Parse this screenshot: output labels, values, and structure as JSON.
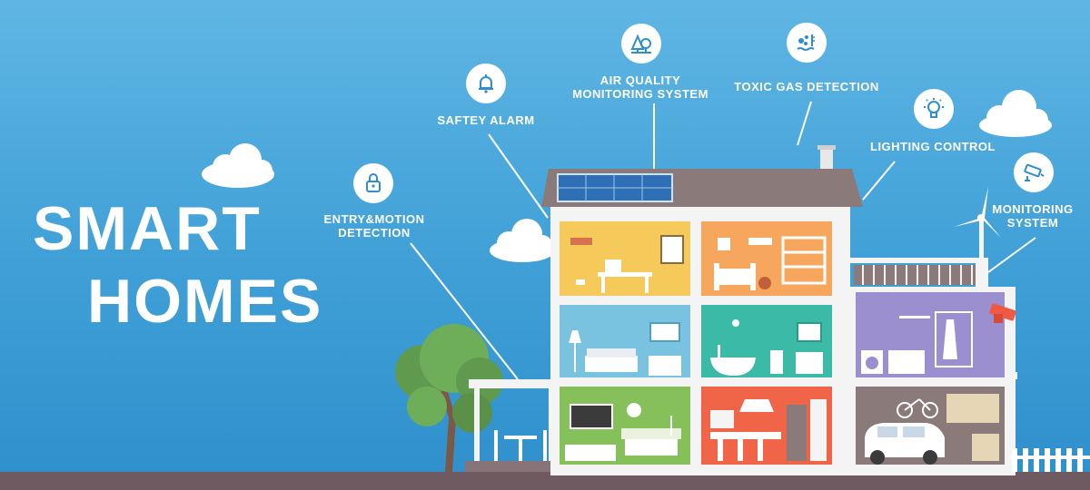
{
  "title": {
    "line1": "SMART",
    "line2": "HOMES"
  },
  "features": {
    "entry_motion": {
      "line1": "ENTRY&MOTION",
      "line2": "DETECTION",
      "icon": "lock-icon"
    },
    "safety_alarm": {
      "label": "SAFTEY ALARM",
      "icon": "bell-icon"
    },
    "air_quality": {
      "line1": "AIR QUALITY",
      "line2": "MONITORING SYSTEM",
      "icon": "tree-icon"
    },
    "toxic_gas": {
      "label": "TOXIC GAS DETECTION",
      "icon": "gas-icon"
    },
    "lighting": {
      "label": "LIGHTING CONTROL",
      "icon": "lightbulb-icon"
    },
    "monitoring": {
      "line1": "MONITORING",
      "line2": "SYSTEM",
      "icon": "camera-icon"
    }
  },
  "colors": {
    "sky": "#4aa8dc",
    "roof": "#8a7a7a",
    "ground": "#6e5a60",
    "icon_blue": "#2d8fd0"
  }
}
